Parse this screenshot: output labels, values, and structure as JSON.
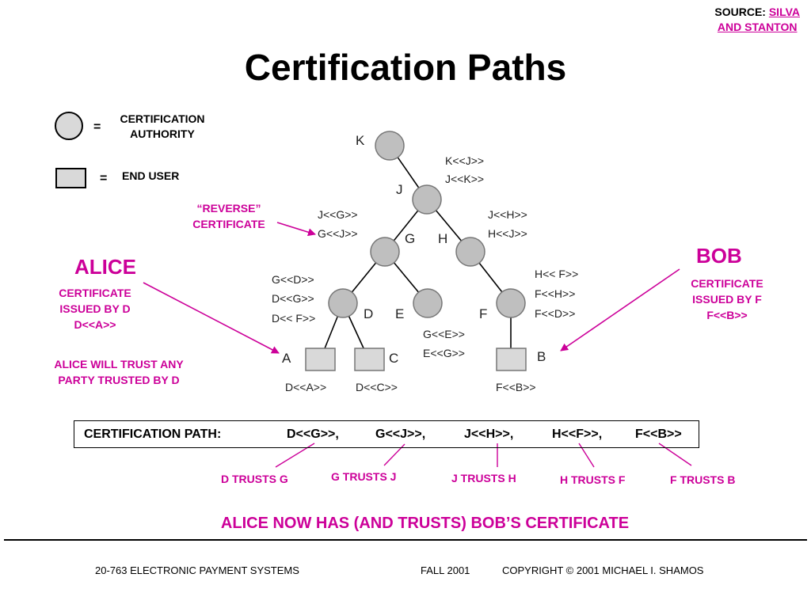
{
  "source": {
    "label": "SOURCE:",
    "link_line1": "SILVA",
    "link_line2": "AND STANTON"
  },
  "title": "Certification Paths",
  "legend": {
    "ca_eq": "=",
    "ca_line1": "CERTIFICATION",
    "ca_line2": "AUTHORITY",
    "user_eq": "=",
    "user_label": "END USER"
  },
  "reverse_cert": {
    "line1": "“REVERSE”",
    "line2": "CERTIFICATE"
  },
  "alice": {
    "name": "ALICE",
    "line1": "CERTIFICATE",
    "line2": "ISSUED BY D",
    "line3": "D<<A>>",
    "trust1": "ALICE WILL TRUST ANY",
    "trust2": "PARTY TRUSTED BY D"
  },
  "bob": {
    "name": "BOB",
    "line1": "CERTIFICATE",
    "line2": "ISSUED BY F",
    "line3": "F<<B>>"
  },
  "tree": {
    "node_labels": {
      "K": "K",
      "J": "J",
      "G": "G",
      "H": "H",
      "D": "D",
      "E": "E",
      "F": "F",
      "A": "A",
      "C": "C",
      "B": "B"
    },
    "certs": {
      "kj1": "K<<J>>",
      "kj2": "J<<K>>",
      "jg1": "J<<G>>",
      "jg2": "G<<J>>",
      "jh1": "J<<H>>",
      "jh2": "H<<J>>",
      "gd1": "G<<D>>",
      "gd2": "D<<G>>",
      "gd3": "D<< F>>",
      "hf1": "H<< F>>",
      "hf2": "F<<H>>",
      "hf3": "F<<D>>",
      "ge1": "G<<E>>",
      "ge2": "E<<G>>",
      "da": "D<<A>>",
      "dc": "D<<C>>",
      "fb": "F<<B>>"
    }
  },
  "path": {
    "label": "CERTIFICATION PATH:",
    "items": [
      "D<<G>>,",
      "G<<J>>,",
      "J<<H>>,",
      "H<<F>>,",
      "F<<B>>"
    ]
  },
  "trusts": [
    "D TRUSTS G",
    "G TRUSTS J",
    "J TRUSTS H",
    "H TRUSTS F",
    "F TRUSTS B"
  ],
  "conclusion": "ALICE NOW HAS (AND TRUSTS) BOB’S CERTIFICATE",
  "footer": {
    "course": "20-763 ELECTRONIC PAYMENT SYSTEMS",
    "term": "FALL 2001",
    "copyright": "COPYRIGHT © 2001 MICHAEL I. SHAMOS"
  },
  "colors": {
    "accent": "#cc0099",
    "node_fill": "#bfbfbf",
    "user_fill": "#d9d9d9"
  }
}
